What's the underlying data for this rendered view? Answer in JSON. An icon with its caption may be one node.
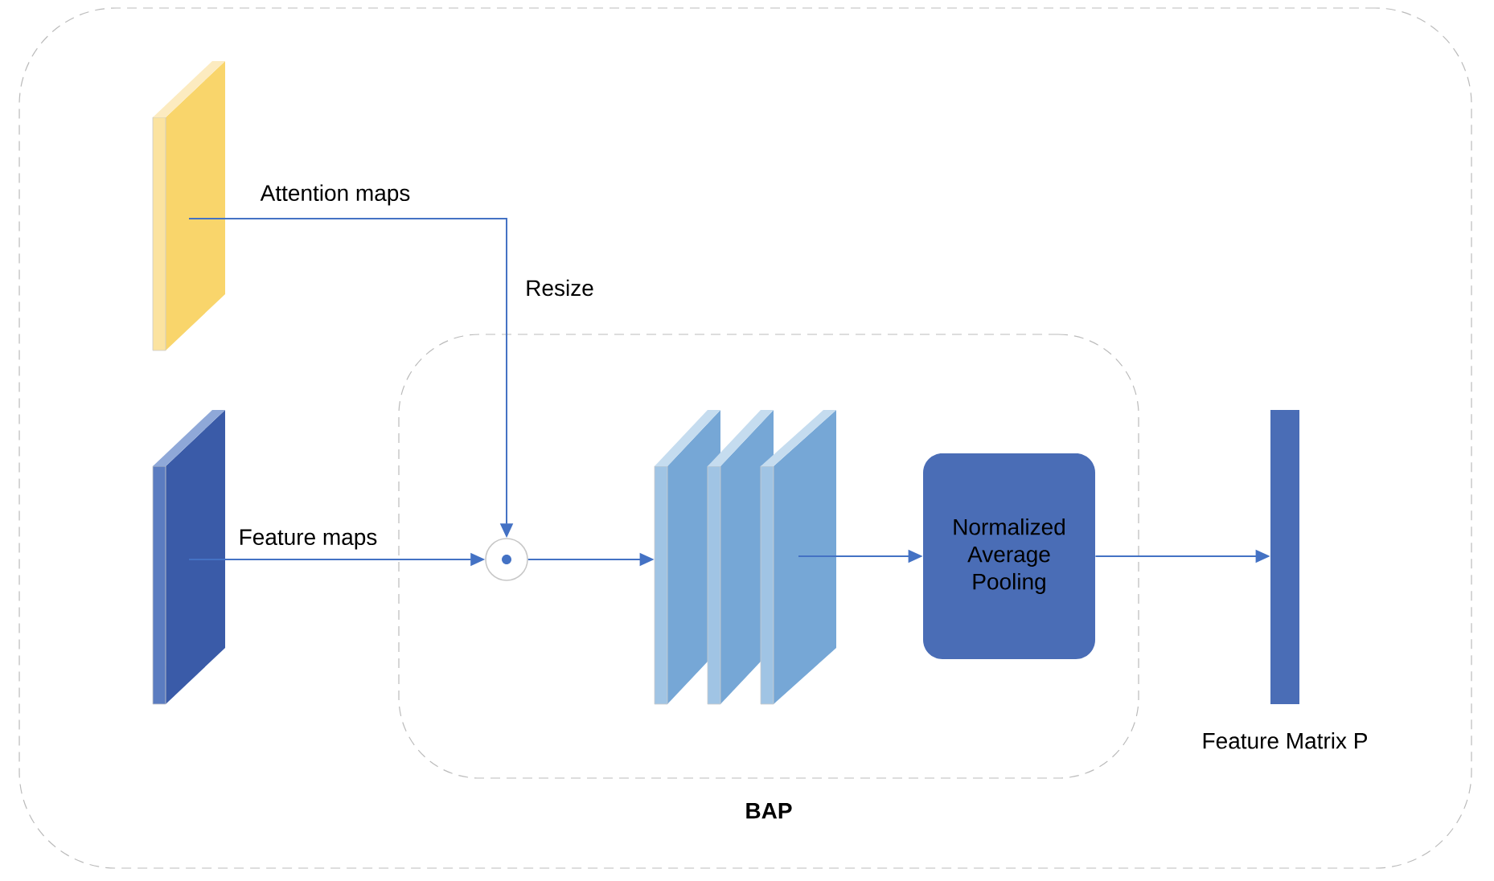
{
  "diagram": {
    "nodes": [
      {
        "text": [],
        "shape": "box"
      },
      {
        "text": [],
        "shape": "box",
        "in": 0
      },
      {
        "text": [],
        "shape": "box",
        "in": 0
      },
      {
        "text": [
          "BAP"
        ],
        "in": 0
      },
      {
        "text": [],
        "shape": "circle",
        "in": 3
      },
      {
        "text": [],
        "shape": "box",
        "in": 3
      },
      {
        "text": [],
        "shape": "box",
        "in": 3
      },
      {
        "text": [],
        "shape": "box",
        "in": 3
      },
      {
        "text": [
          "Normalized Average Pooling"
        ],
        "in": 3
      },
      {
        "text": [],
        "shape": "bar",
        "beside": [
          "Feature Matrix P"
        ],
        "in": 0
      }
    ],
    "edges": [
      {
        "from": 1,
        "to": 4,
        "arrow": "to",
        "label": "Attention maps"
      },
      {
        "from": 2,
        "to": 4,
        "arrow": "to",
        "label": "Feature maps"
      },
      {
        "from": 4,
        "to": 5,
        "arrow": "to"
      },
      {
        "from": 7,
        "to": 8,
        "arrow": "to"
      },
      {
        "from": 8,
        "to": 9,
        "arrow": "to"
      }
    ],
    "labels": [
      "Resize"
    ]
  }
}
